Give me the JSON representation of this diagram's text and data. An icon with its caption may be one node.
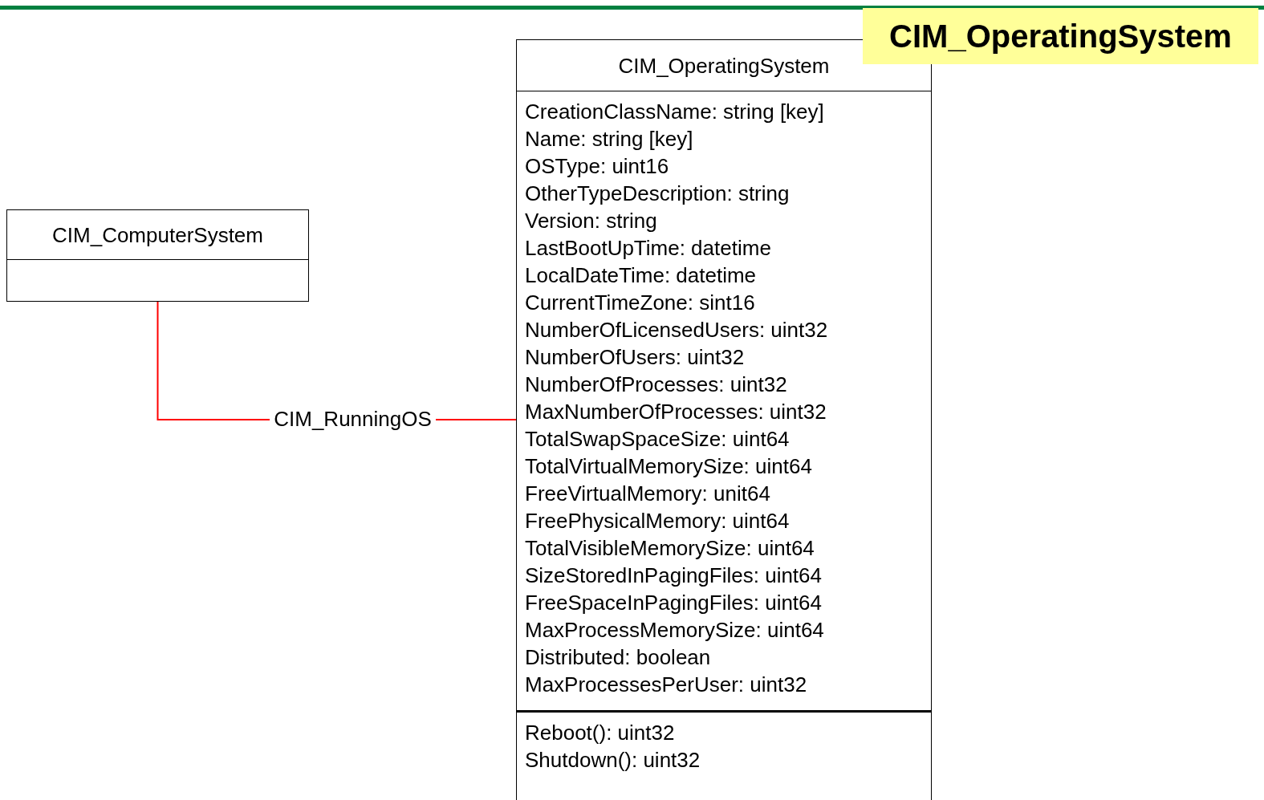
{
  "diagram": {
    "title": "CIM_OperatingSystem",
    "nodes": [
      {
        "text": [
          "CIM_ComputerSystem"
        ]
      },
      {
        "text": [],
        "shape": "box",
        "in": 0
      },
      {
        "text": [
          "CIM_OperatingSystem"
        ]
      },
      {
        "text": [
          "CreationClassName: string [key]",
          "Name: string [key]",
          "OSType: uint16",
          "OtherTypeDescription: string",
          "Version: string",
          "LastBootUpTime: datetime",
          "LocalDateTime: datetime",
          "CurrentTimeZone: sint16",
          "NumberOfLicensedUsers: uint32",
          "NumberOfUsers: uint32",
          "NumberOfProcesses: uint32",
          "MaxNumberOfProcesses: uint32",
          "TotalSwapSpaceSize: uint64",
          "TotalVirtualMemorySize: uint64",
          "FreeVirtualMemory: unit64",
          "FreePhysicalMemory: uint64",
          "TotalVisibleMemorySize: uint64",
          "SizeStoredInPagingFiles: uint64",
          "FreeSpaceInPagingFiles: uint64",
          "MaxProcessMemorySize: uint64",
          "Distributed: boolean",
          "MaxProcessesPerUser: uint32"
        ],
        "in": 2
      },
      {
        "text": [
          "Reboot(): uint32",
          "Shutdown(): uint32"
        ],
        "in": 2
      }
    ],
    "edges": [
      {
        "from": 0,
        "to": 2,
        "arrow": "none",
        "label": "CIM_RunningOS",
        "color": "#ff0000"
      }
    ]
  }
}
